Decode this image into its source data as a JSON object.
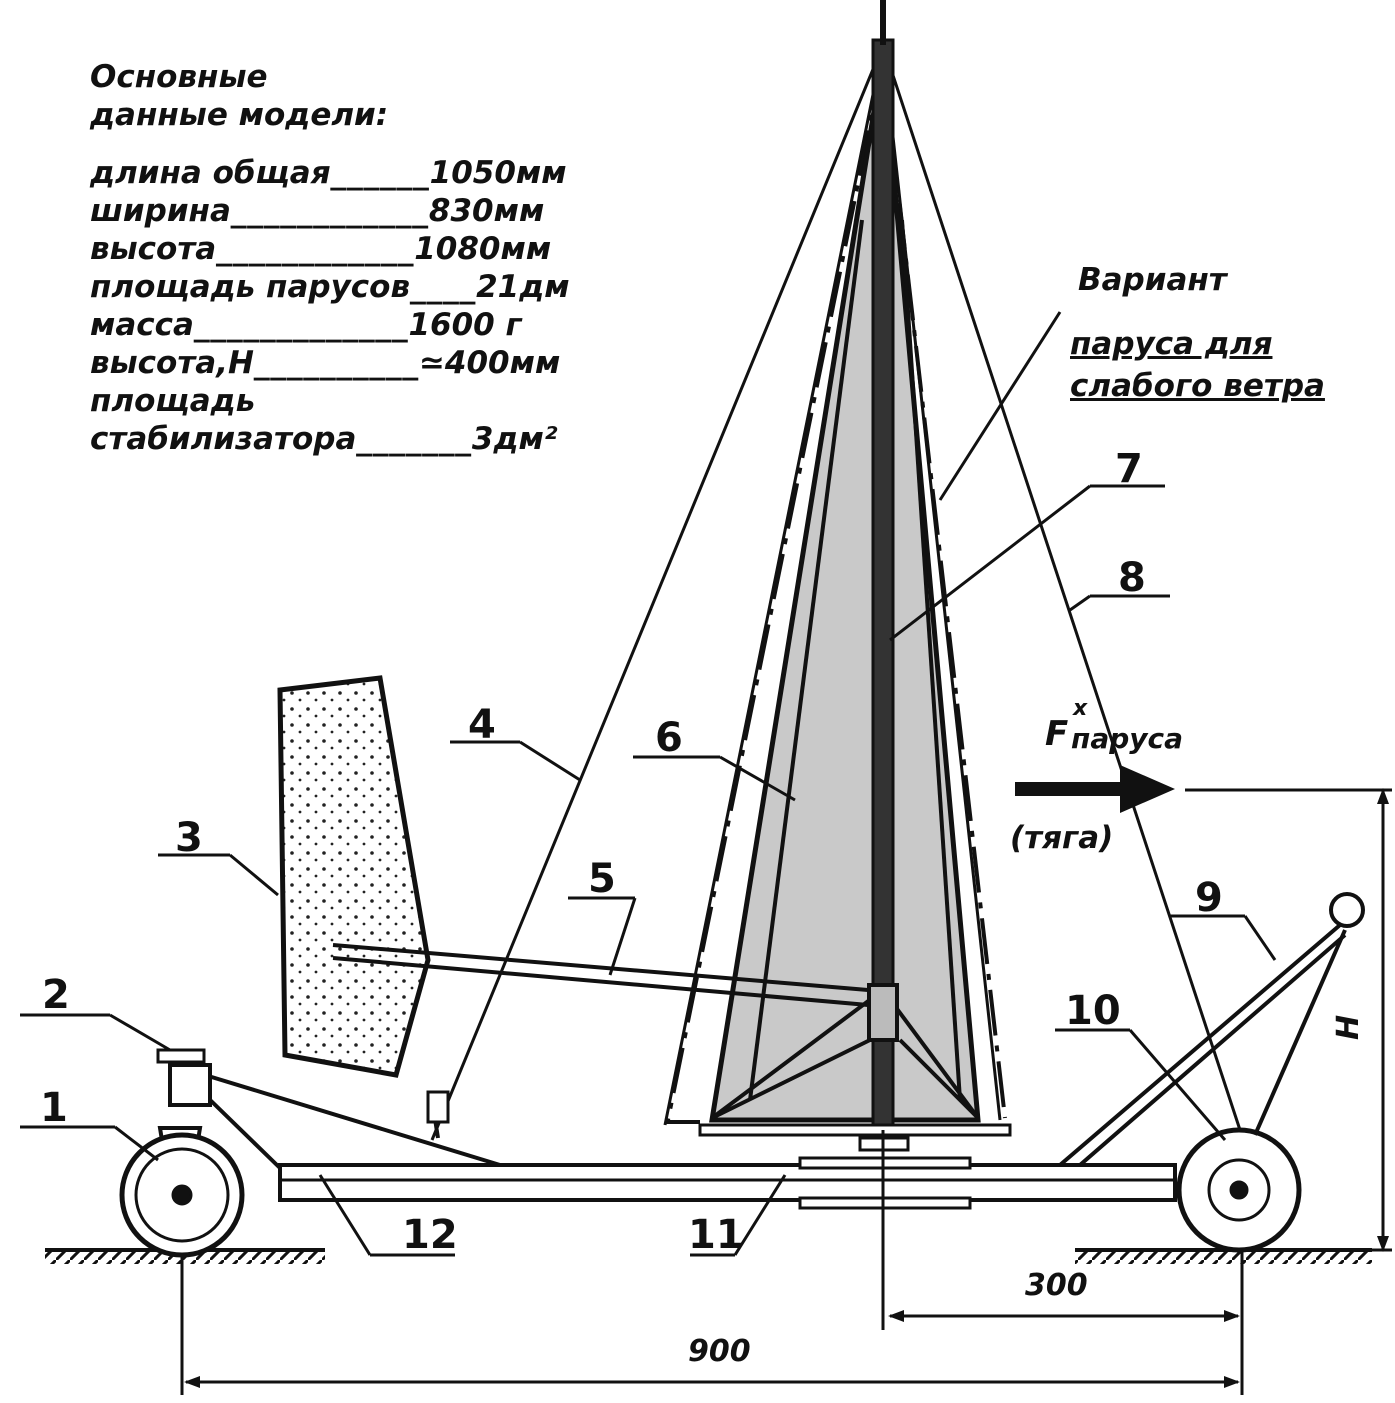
{
  "specs": {
    "title_line1": "Основные",
    "title_line2": "данные модели:",
    "rows": [
      {
        "name": "длина общая",
        "dots": "______",
        "value": "1050мм"
      },
      {
        "name": "ширина",
        "dots": "____________",
        "value": "830мм"
      },
      {
        "name": "высота",
        "dots": "____________",
        "value": "1080мм"
      },
      {
        "name": "площадь парусов",
        "dots": "____",
        "value": "21дм"
      },
      {
        "name": "масса",
        "dots": "_____________",
        "value": "1600 г"
      },
      {
        "name": "высота,Н",
        "dots": "__________",
        "value": "≃400мм"
      },
      {
        "name": "площадь",
        "dots": "",
        "value": ""
      },
      {
        "name": "стабилизатора",
        "dots": "_______",
        "value": "3дм²"
      }
    ]
  },
  "variant_note": {
    "line1": "Вариант",
    "line2": "паруса для",
    "line3": "слабого ветра"
  },
  "force": {
    "symbol": "F",
    "superscript": "x",
    "subscript": "паруса",
    "note": "(тяга)"
  },
  "part_numbers": [
    "1",
    "2",
    "3",
    "4",
    "5",
    "6",
    "7",
    "8",
    "9",
    "10",
    "11",
    "12"
  ],
  "dimensions": {
    "height_label": "Н",
    "span_300": "300",
    "span_900": "900"
  },
  "colors": {
    "ink": "#111111",
    "sail_fill": "#c9c9c9",
    "background": "#ffffff"
  }
}
